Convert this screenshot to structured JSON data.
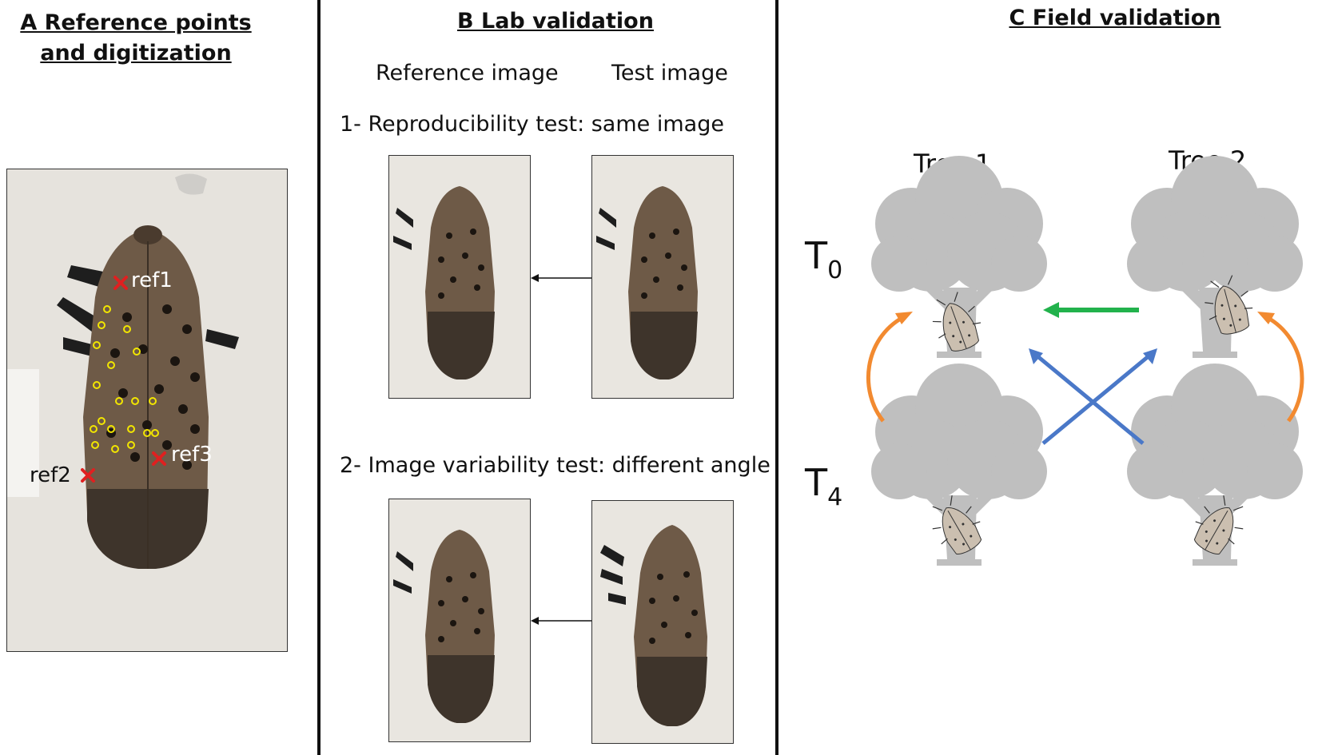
{
  "panel_a": {
    "title_line1": "A   Reference points",
    "title_line2": "and digitization",
    "ref_labels": [
      "ref1",
      "ref2",
      "ref3"
    ]
  },
  "panel_b": {
    "title": "B   Lab validation",
    "col_ref": "Reference image",
    "col_test": "Test image",
    "test1": "1- Reproducibility test: same image",
    "test2": "2- Image variability test: different angle"
  },
  "panel_c": {
    "title": "C   Field validation",
    "tree1": "Tree 1",
    "tree2": "Tree 2",
    "t0_main": "T",
    "t0_sub": "0",
    "t4_main": "T",
    "t4_sub": "4"
  },
  "colors": {
    "marker": "#e02020",
    "point": "#f2e600",
    "tree": "#bfbfbf",
    "arrow_orange": "#f28a30",
    "arrow_green": "#22b24c",
    "arrow_blue": "#4a78c8"
  }
}
